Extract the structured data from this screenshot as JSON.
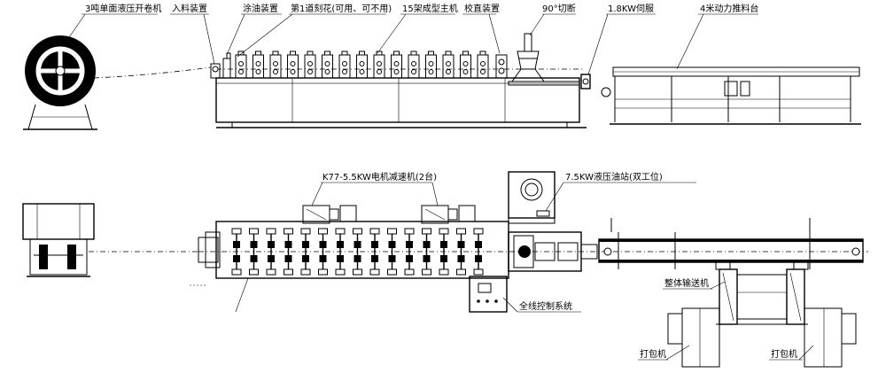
{
  "labels": {
    "decoiler": "3吨单面液压开卷机",
    "feeding": "入料装置",
    "oiling": "涂油装置",
    "first_punch": "第1道刻花(可用、可不用)",
    "main_machine": "15架成型主机",
    "straightener": "校直装置",
    "cutting": "90°切断",
    "servo": "1.8KW伺服",
    "push_table": "4米动力推料台",
    "reducer": "K77-5.5KW电机减速机(2台)",
    "hydraulic": "7.5KW液压油站(双工位)",
    "control": "全线控制系统",
    "conveyor": "整体输送机",
    "packer_left": "打包机",
    "packer_right": "打包机"
  },
  "colors": {
    "line": "#000000",
    "background": "#ffffff"
  }
}
